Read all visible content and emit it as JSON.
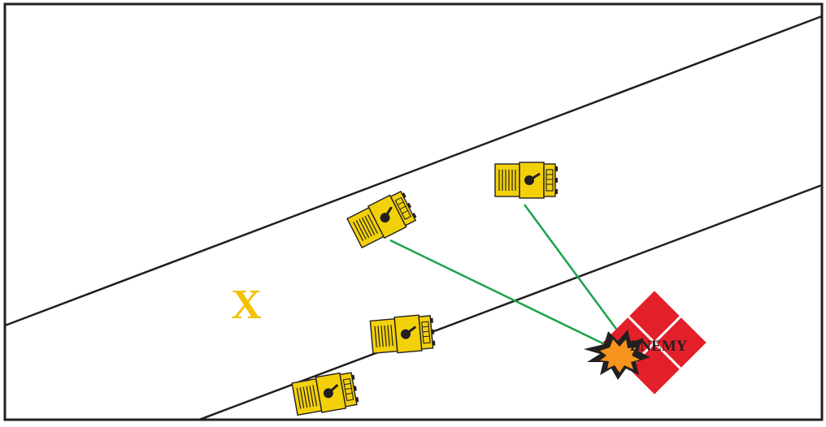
{
  "labels": {
    "objective": "X",
    "enemy": "ENEMY"
  },
  "colors": {
    "border": "#231f20",
    "road_line": "#231f20",
    "vehicle_body": "#f2d10b",
    "vehicle_outline": "#231f20",
    "fire_line": "#1aa34a",
    "enemy_fill": "#e3202a",
    "enemy_text": "#231f20",
    "objective_text": "#f2c200",
    "burst_outer": "#231f20",
    "burst_inner": "#f7941d"
  },
  "vehicles": [
    {
      "id": "vehicle-1",
      "icon": "tank-icon"
    },
    {
      "id": "vehicle-2",
      "icon": "tank-icon"
    },
    {
      "id": "vehicle-3",
      "icon": "tank-icon"
    },
    {
      "id": "vehicle-4",
      "icon": "tank-icon"
    }
  ],
  "markers": {
    "enemy_icon": "enemy-position-icon",
    "impact_icon": "explosion-icon"
  }
}
